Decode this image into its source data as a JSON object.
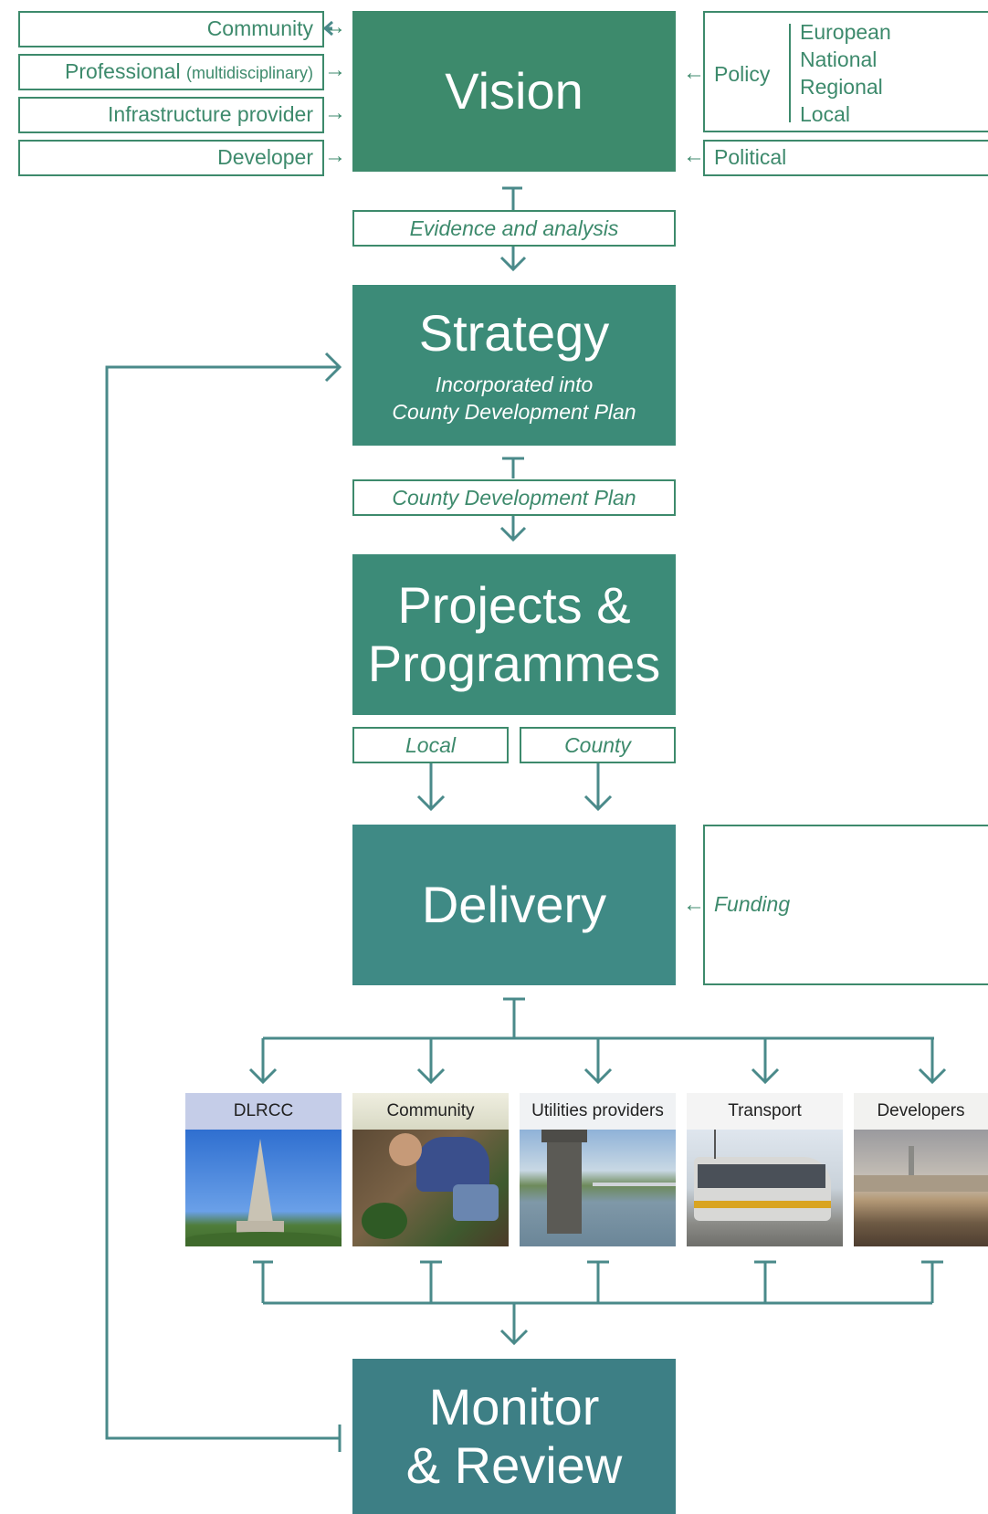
{
  "inputs_left": {
    "community": "Community",
    "professional": "Professional",
    "professional_note": "(multidisciplinary)",
    "infrastructure": "Infrastructure provider",
    "developer": "Developer"
  },
  "vision": {
    "title": "Vision"
  },
  "inputs_right": {
    "policy_label": "Policy",
    "policy_levels": [
      "European",
      "National",
      "Regional",
      "Local"
    ],
    "political": "Political"
  },
  "evidence": {
    "label": "Evidence and analysis"
  },
  "strategy": {
    "title": "Strategy",
    "subtitle_1": "Incorporated into",
    "subtitle_2": "County Development Plan"
  },
  "cdp": {
    "label": "County Development Plan"
  },
  "projects": {
    "title_1": "Projects &",
    "title_2": "Programmes"
  },
  "scope": {
    "local": "Local",
    "county": "County"
  },
  "delivery": {
    "title": "Delivery",
    "funding": "Funding"
  },
  "stakeholders": [
    {
      "label": "DLRCC",
      "icon": "lighthouse-obelisk-photo"
    },
    {
      "label": "Community",
      "icon": "volunteers-planting-photo"
    },
    {
      "label": "Utilities providers",
      "icon": "water-tower-photo"
    },
    {
      "label": "Transport",
      "icon": "tram-photo"
    },
    {
      "label": "Developers",
      "icon": "town-skyline-photo"
    }
  ],
  "monitor": {
    "title_1": "Monitor",
    "title_2": "& Review"
  },
  "colors": {
    "green": "#3d8a6c",
    "teal": "#3d7f85",
    "line": "#4a8a8a"
  }
}
